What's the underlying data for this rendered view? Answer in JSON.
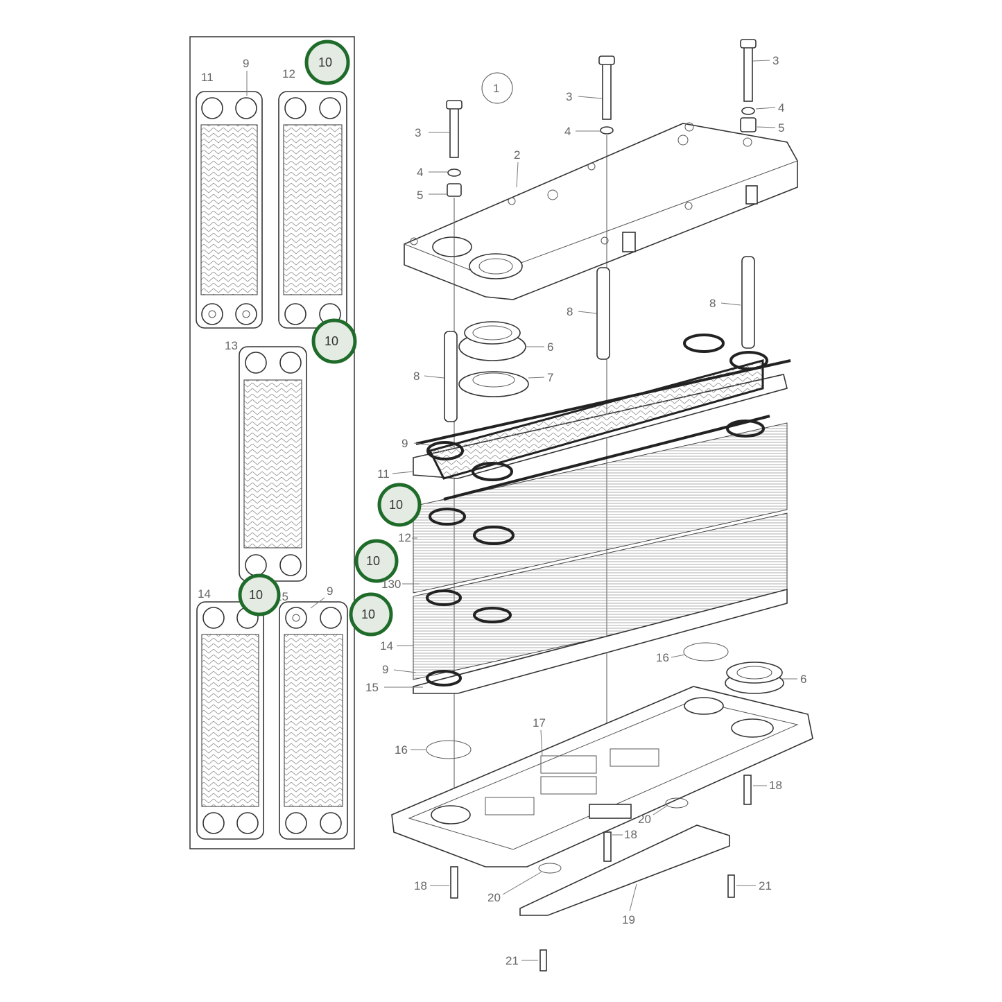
{
  "diagram": {
    "view_number": "1",
    "highlight_color": "#1f6b2a",
    "callout_label": "10",
    "left_panel_labels": {
      "plate_11": "11",
      "gasket_9_top": "9",
      "plate_12": "12",
      "plate_13": "13",
      "plate_14": "14",
      "plate_15": "15",
      "gasket_9_bottom": "9"
    },
    "right_labels": {
      "bolt_3_a": "3",
      "washer_4_a": "4",
      "nut_5_a": "5",
      "bolt_3_b": "3",
      "washer_4_b": "4",
      "bolt_3_c": "3",
      "washer_4_c": "4",
      "nut_5_c": "5",
      "frame_plate_2": "2",
      "guide_8_a": "8",
      "guide_8_b": "8",
      "guide_8_c": "8",
      "port_liner_6_top": "6",
      "ring_7": "7",
      "gasket_9_a": "9",
      "plate_11": "11",
      "plate_12": "12",
      "plate_13": "130",
      "plate_14": "14",
      "gasket_9_b": "9",
      "plate_15": "15",
      "oring_16_right": "16",
      "port_liner_6_bottom": "6",
      "pressure_plate_17": "17",
      "oring_16_left": "16",
      "bolt_18_right": "18",
      "bolt_18_mid": "18",
      "bolt_18_left": "18",
      "ring_20_right": "20",
      "ring_20_left": "20",
      "foot_19": "19",
      "screw_21_right": "21",
      "screw_21_bottom": "21"
    }
  }
}
